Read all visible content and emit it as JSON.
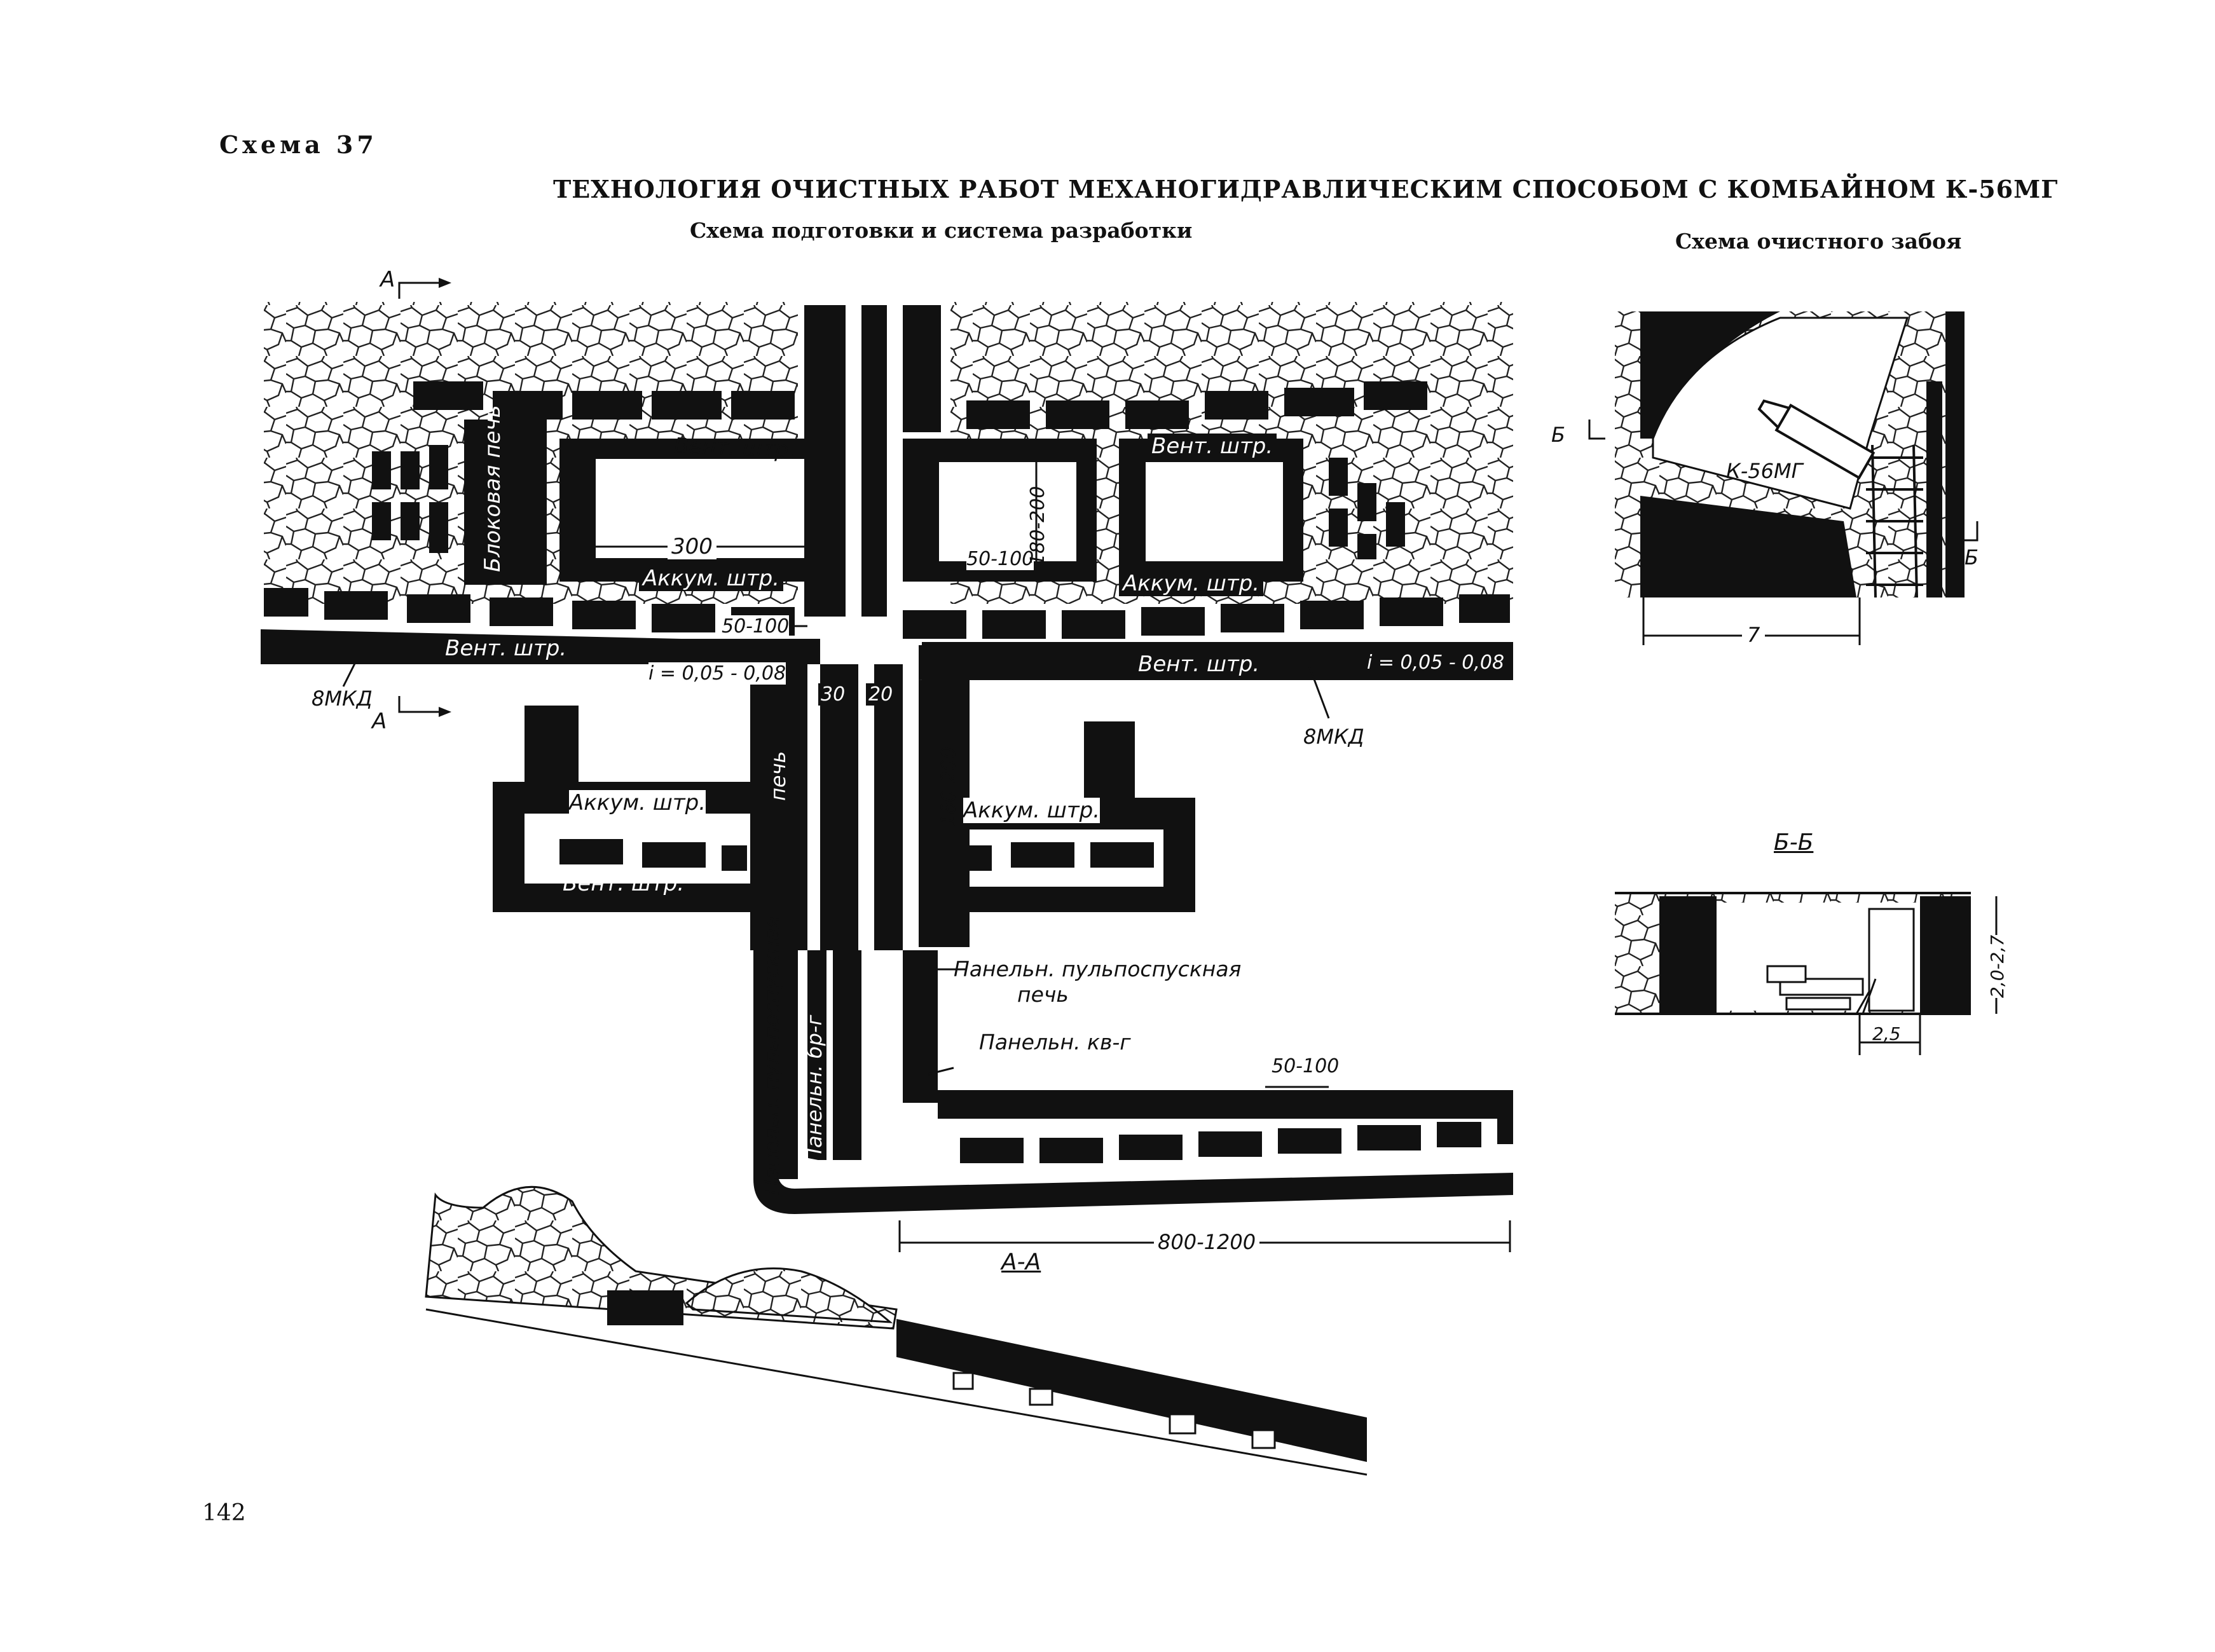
{
  "header": {
    "scheme_number": "Схема 37",
    "title": "ТЕХНОЛОГИЯ ОЧИСТНЫХ РАБОТ МЕХАНОГИДРАВЛИЧЕСКИМ СПОСОБОМ С КОМБАЙНОМ К-56МГ",
    "subtitle_left": "Схема подготовки и система разработки",
    "subtitle_right": "Схема очистного забоя"
  },
  "plan_labels": {
    "vent_shtr": "Вент. штр.",
    "akkum_shtr": "Аккум. штр.",
    "blochnaya_pech": "Блоковая печь",
    "pech": "печь",
    "dim_300": "300",
    "dim_50_100": "50-100",
    "dim_180_200": "180-200",
    "dim_30": "30",
    "dim_20": "20",
    "slope": "i = 0,05 - 0,08",
    "vmkd": "8МКД",
    "section_a": "А",
    "panel_pulp_pech": "Панельн. пульпоспускная печь",
    "panel_pulp_pech_line1": "Панельн. пульпоспускная",
    "panel_pulp_pech_line2": "печь",
    "panel_kvg": "Панельн. кв-г",
    "panel_brg": "Панельн. бр-г",
    "panel_pulposk": "Панельн. пульпоспускная",
    "dim_800_1200": "800-1200"
  },
  "section_aa": {
    "label": "А-А"
  },
  "face_scheme": {
    "combine": "К-56МГ",
    "section_b": "Б",
    "dim_7": "7"
  },
  "section_bb": {
    "label": "Б-Б",
    "dim_height": "2,0-2,7",
    "dim_width": "2,5"
  },
  "page_number": "142"
}
